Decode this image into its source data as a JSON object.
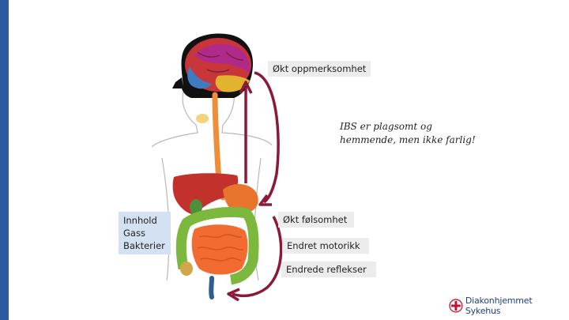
{
  "colors": {
    "side_bar": "#2c5aa0",
    "arrow": "#8b1a3a",
    "label_gray": "#ececec",
    "label_blue": "#d3e1f2",
    "logo_red": "#c8102e",
    "logo_blue": "#1f3f7a"
  },
  "labels": {
    "attention": "Økt oppmerksomhet",
    "note": "IBS er plagsomt og hemmende, men ikke farlig!",
    "sensitivity": "Økt følsomhet",
    "motility": "Endret motorikk",
    "reflexes": "Endrede reflekser"
  },
  "contents_box": {
    "lines": [
      "Innhold",
      "Gass",
      "Bakterier"
    ]
  },
  "logo": {
    "text": "Diakonhjemmet Sykehus",
    "icon": "cross-logo-icon"
  }
}
